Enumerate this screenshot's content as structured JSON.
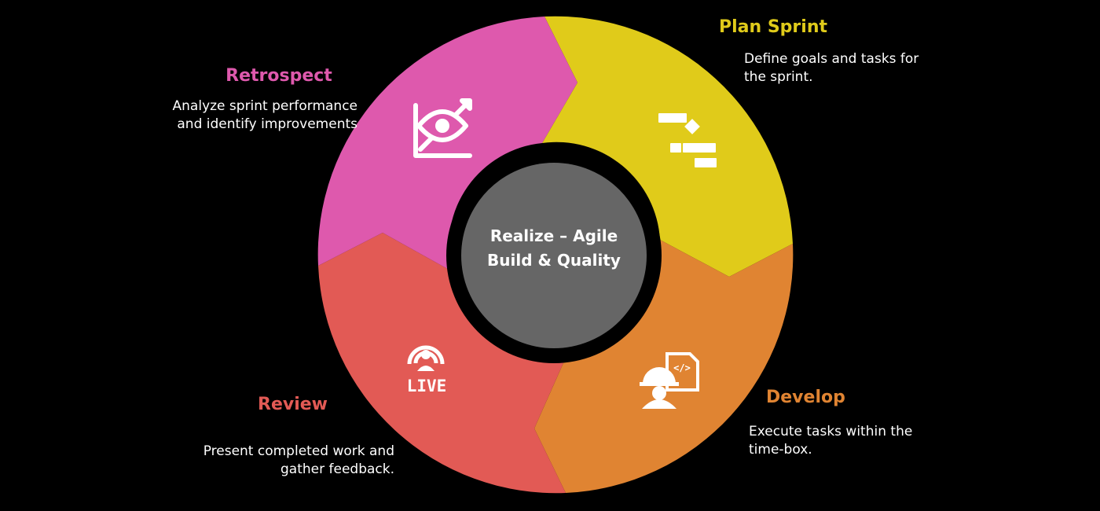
{
  "center": {
    "line1": "Realize – Agile",
    "line2": "Build & Quality"
  },
  "stages": {
    "plan": {
      "title": "Plan Sprint",
      "description": "Define goals and tasks for the sprint.",
      "color": "#e0cb1a",
      "icon": "gantt-chart-icon"
    },
    "develop": {
      "title": "Develop",
      "description": "Execute tasks within the time-box.",
      "color": "#e08432",
      "icon": "developer-code-icon"
    },
    "review": {
      "title": "Review",
      "description": "Present completed work and gather feedback.",
      "color": "#e25a55",
      "icon": "live-broadcast-icon",
      "icon_text": "LIVE"
    },
    "retrospect": {
      "title": "Retrospect",
      "description": "Analyze sprint performance and identify improvements",
      "color": "#de59ad",
      "icon": "eye-analytics-icon"
    }
  },
  "colors": {
    "background": "#000000",
    "center_fill": "#666666",
    "center_ring": "#000000",
    "text": "#ffffff"
  }
}
